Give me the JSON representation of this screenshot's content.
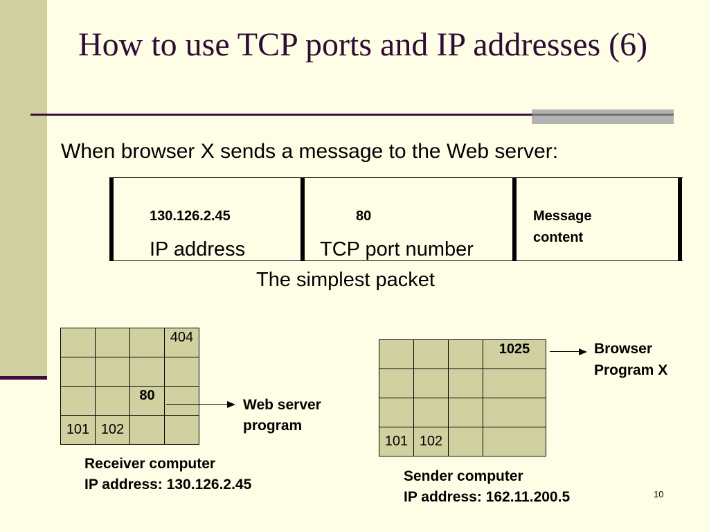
{
  "slide": {
    "title": "How to use TCP ports and IP addresses (6)",
    "subtitle": "When browser X sends a message to the Web server:",
    "page_number": "10"
  },
  "packet": {
    "ip_value": "130.126.2.45",
    "ip_label": "IP address",
    "port_value": "80",
    "port_label": "TCP port number",
    "content_line1": "Message",
    "content_line2": "content",
    "caption": "The simplest packet"
  },
  "receiver": {
    "rows": [
      [
        "",
        "",
        "",
        "404"
      ],
      [
        "",
        "",
        "",
        ""
      ],
      [
        "",
        "",
        "80",
        ""
      ],
      [
        "101",
        "102",
        "",
        ""
      ]
    ],
    "arrow_label_line1": "Web server",
    "arrow_label_line2": "program",
    "caption_line1": "Receiver computer",
    "caption_line2": "IP address: 130.126.2.45"
  },
  "sender": {
    "rows": [
      [
        "",
        "",
        "",
        "1025"
      ],
      [
        "",
        "",
        "",
        ""
      ],
      [
        "",
        "",
        "",
        ""
      ],
      [
        "101",
        "102",
        "",
        ""
      ]
    ],
    "arrow_label_line1": "Browser",
    "arrow_label_line2": "Program X",
    "caption_line1": "Sender computer",
    "caption_line2": "IP address: 162.11.200.5"
  },
  "colors": {
    "background": "#fefee6",
    "band": "#d0d0a0",
    "title": "#2e0d33",
    "rule": "#3d0e3f"
  }
}
